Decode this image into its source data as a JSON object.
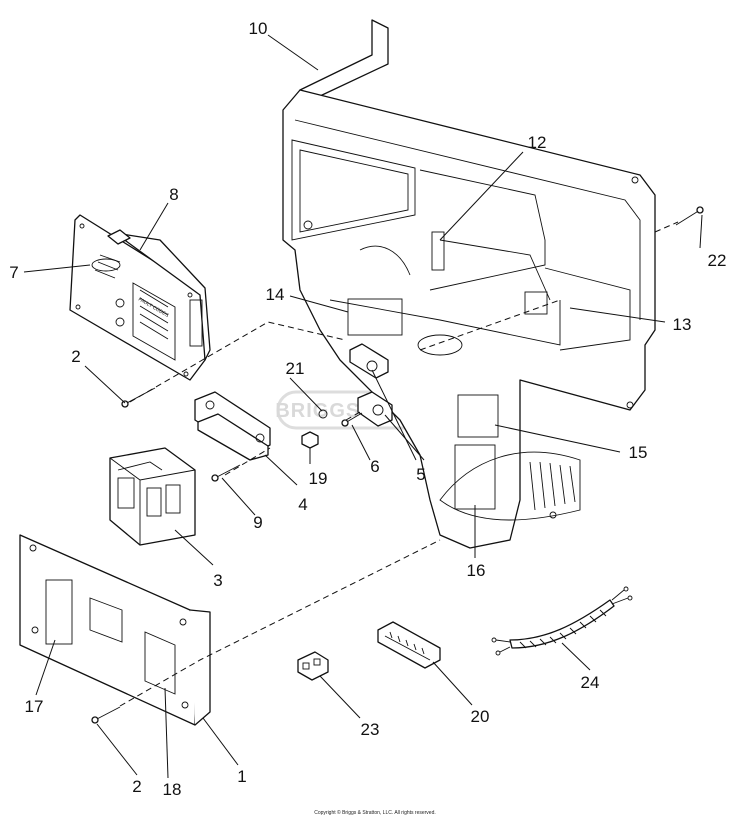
{
  "diagram": {
    "watermark": "BRIGGS&STRATTON",
    "copyright": "Copyright © Briggs & Stratton, LLC. All rights reserved.",
    "panel_text": {
      "fault_codes": "FAULT CODES"
    },
    "callouts": {
      "c1": "1",
      "c2a": "2",
      "c2b": "2",
      "c3": "3",
      "c4": "4",
      "c5": "5",
      "c6": "6",
      "c7": "7",
      "c8": "8",
      "c9": "9",
      "c10": "10",
      "c12": "12",
      "c13": "13",
      "c14": "14",
      "c15": "15",
      "c16": "16",
      "c17": "17",
      "c18": "18",
      "c19": "19",
      "c20": "20",
      "c21": "21",
      "c22": "22",
      "c23": "23",
      "c24": "24"
    }
  }
}
